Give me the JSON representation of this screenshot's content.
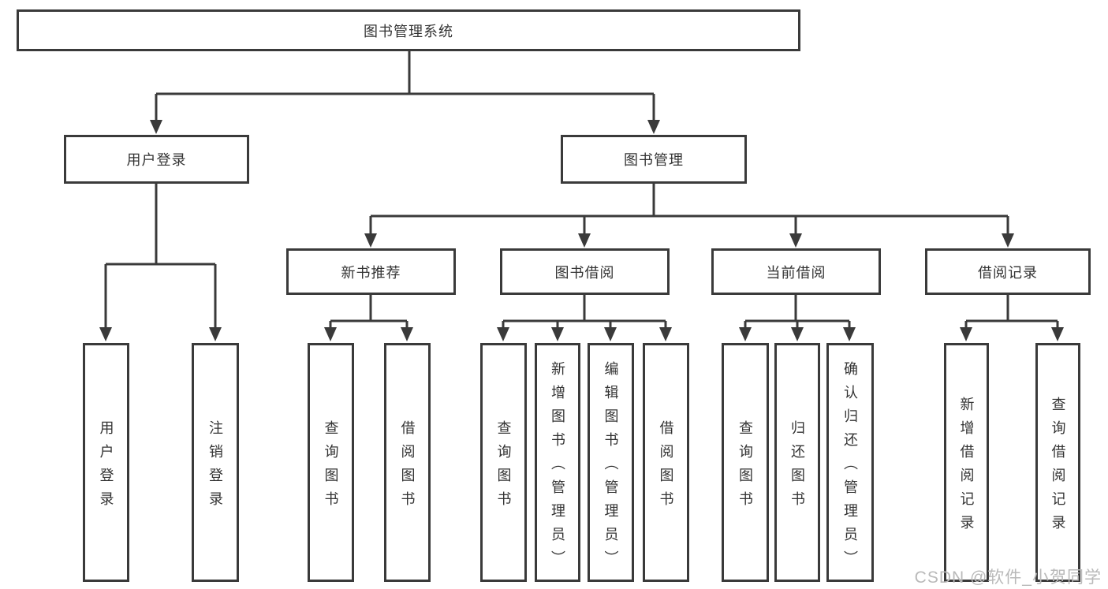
{
  "diagram_title": "图书管理系统",
  "tree": {
    "root": {
      "label": "图书管理系统"
    },
    "children": [
      {
        "label": "用户登录",
        "children": [
          {
            "label": "用户登录"
          },
          {
            "label": "注销登录"
          }
        ]
      },
      {
        "label": "图书管理",
        "children": [
          {
            "label": "新书推荐",
            "children": [
              {
                "label": "查询图书"
              },
              {
                "label": "借阅图书"
              }
            ]
          },
          {
            "label": "图书借阅",
            "children": [
              {
                "label": "查询图书"
              },
              {
                "label": "新增图书（管理员）"
              },
              {
                "label": "编辑图书（管理员）"
              },
              {
                "label": "借阅图书"
              }
            ]
          },
          {
            "label": "当前借阅",
            "children": [
              {
                "label": "查询图书"
              },
              {
                "label": "归还图书"
              },
              {
                "label": "确认归还（管理员）"
              }
            ]
          },
          {
            "label": "借阅记录",
            "children": [
              {
                "label": "新增借阅记录"
              },
              {
                "label": "查询借阅记录"
              }
            ]
          }
        ]
      }
    ]
  },
  "watermark": "CSDN @软件_小贺同学",
  "colors": {
    "line": "#3a3a3a",
    "box_border": "#3a3a3a",
    "text": "#333333",
    "watermark": "#b9b9b9",
    "background": "#ffffff"
  }
}
